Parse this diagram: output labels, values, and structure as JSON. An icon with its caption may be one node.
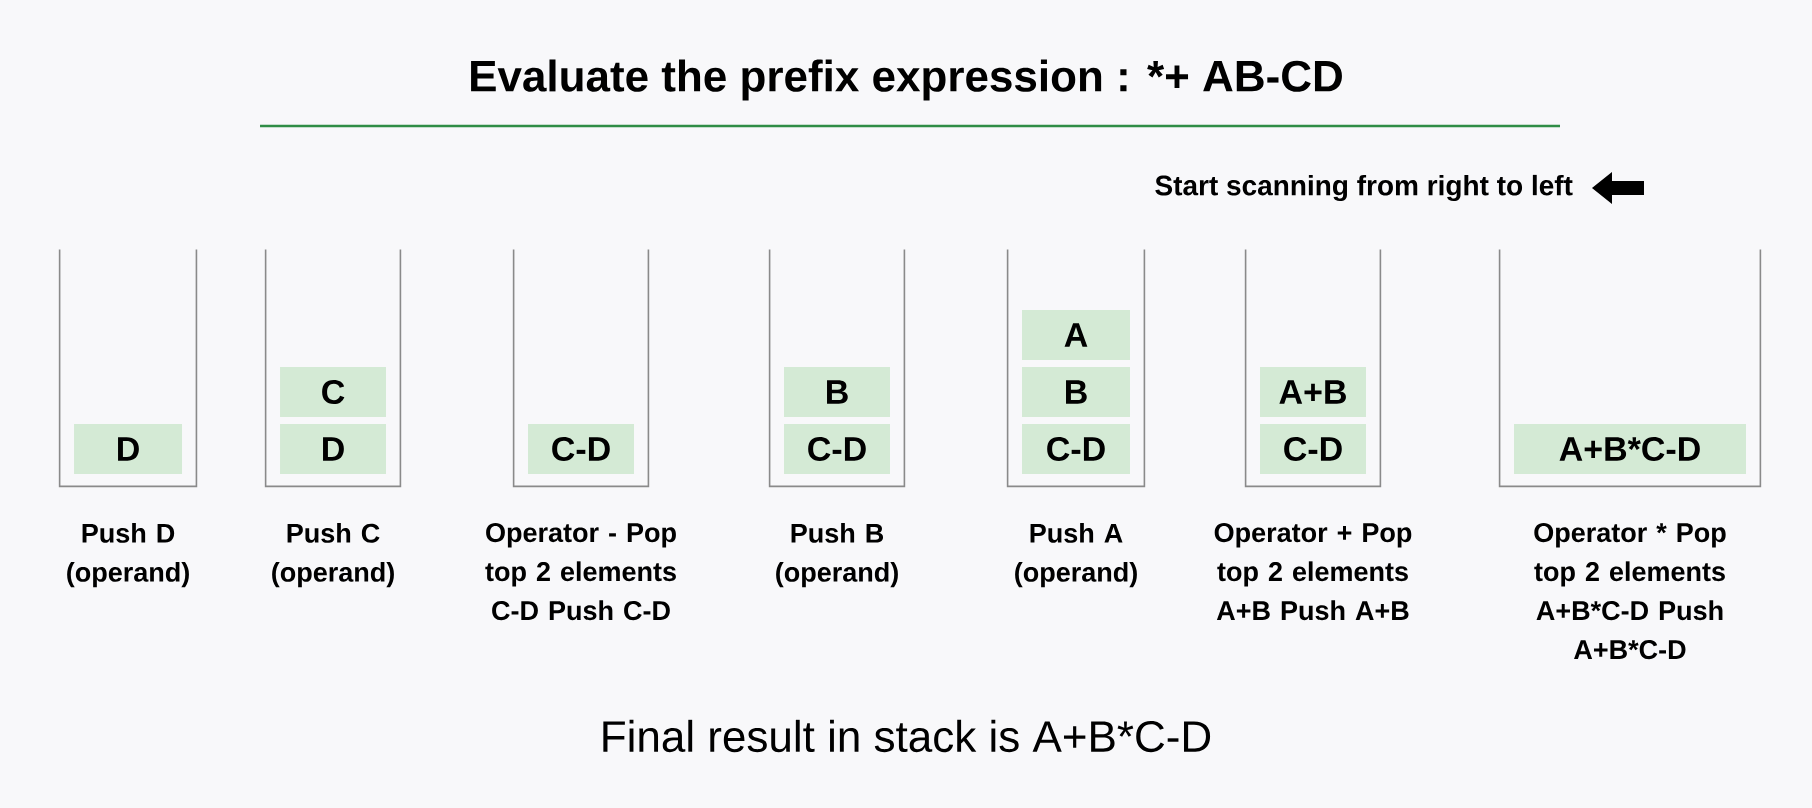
{
  "diagram": {
    "title": "Evaluate the prefix expression : *+ AB-CD",
    "caption": "Final result in stack is A+B*C-D",
    "nodes": [
      {
        "text": [],
        "shape": "box",
        "beside": [
          "Push D (operand)"
        ]
      },
      {
        "text": [
          "D"
        ],
        "in": 0
      },
      {
        "text": [],
        "shape": "box",
        "beside": [
          "Push C (operand)"
        ]
      },
      {
        "text": [
          "C"
        ],
        "in": 2
      },
      {
        "text": [
          "D"
        ],
        "in": 2
      },
      {
        "text": [],
        "shape": "box",
        "beside": [
          "Operator - Pop top 2 elements C-D Push C-D"
        ]
      },
      {
        "text": [
          "C-D"
        ],
        "in": 5
      },
      {
        "text": [],
        "shape": "box",
        "beside": [
          "Push B (operand)"
        ]
      },
      {
        "text": [
          "B"
        ],
        "in": 7
      },
      {
        "text": [
          "C-D"
        ],
        "in": 7
      },
      {
        "text": [],
        "shape": "box",
        "beside": [
          "Push A (operand)"
        ]
      },
      {
        "text": [
          "A"
        ],
        "in": 10
      },
      {
        "text": [
          "B"
        ],
        "in": 10
      },
      {
        "text": [
          "C-D"
        ],
        "in": 10
      },
      {
        "text": [],
        "shape": "box",
        "beside": [
          "Operator + Pop top 2 elements A+B Push A+B"
        ]
      },
      {
        "text": [
          "A+B"
        ],
        "in": 14
      },
      {
        "text": [
          "C-D"
        ],
        "in": 14
      },
      {
        "text": [],
        "shape": "box",
        "beside": [
          "Operator * Pop top 2 elements A+B*C-D Push A+B*C-D"
        ]
      },
      {
        "text": [
          "A+B*C-D"
        ],
        "in": 17
      }
    ],
    "labels": [
      "Start scanning from right to left"
    ]
  }
}
